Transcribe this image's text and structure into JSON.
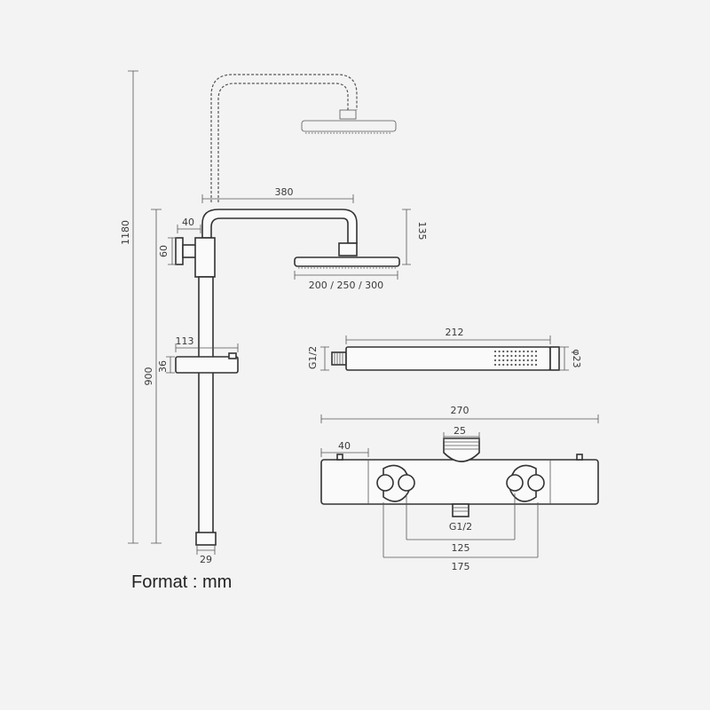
{
  "dimensions": {
    "total_height": "1180",
    "pipe_height": "900",
    "arm_length": "380",
    "wall_offset": "40",
    "bracket_height": "60",
    "head_drop": "135",
    "head_sizes": "200 / 250 / 300",
    "holder_width": "113",
    "holder_height": "36",
    "pipe_diameter": "29",
    "hand_length": "212",
    "hand_thread": "G1/2",
    "hand_diameter": "φ23",
    "mixer_width": "270",
    "mixer_top": "25",
    "mixer_side": "40",
    "mixer_outlet": "G1/2",
    "mixer_spacing": "125",
    "mixer_inner": "175"
  },
  "caption": "Format : mm"
}
